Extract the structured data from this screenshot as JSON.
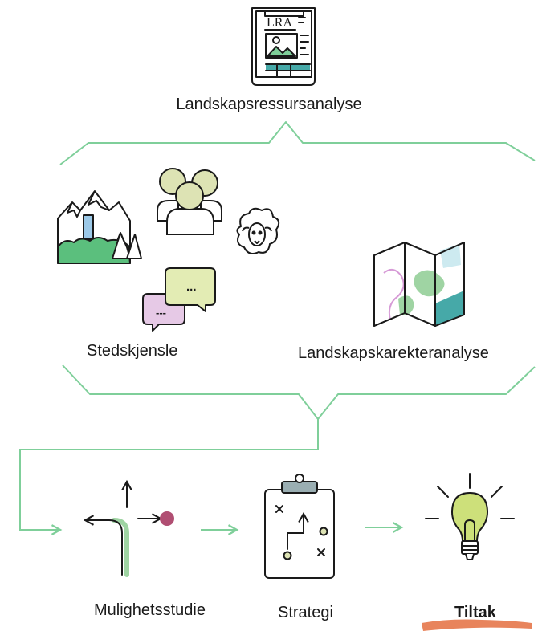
{
  "report_badge": "LRA",
  "labels": {
    "top": "Landskapsressursanalyse",
    "stedskjensle": "Stedskjensle",
    "karakter": "Landskapskarekteranalyse",
    "mulighet": "Mulighetsstudie",
    "strategi": "Strategi",
    "tiltak": "Tiltak"
  },
  "speech_bubble_text": {
    "front": "...",
    "back": "---"
  },
  "colors": {
    "line": "#7fcf9a",
    "arrow": "#7fcf9a",
    "forest": "#5bbf7d",
    "map_green": "#9fd4a3",
    "map_teal": "#46a9a8",
    "map_light": "#cdeaf0",
    "route": "#d69ad6",
    "bubble_green": "#e3ecb4",
    "bubble_purple": "#e6c9e6",
    "faces": "#dde3b4",
    "clipboard": "#9aaeb2",
    "bulb": "#cde07a",
    "target_dot": "#b04e72",
    "underline": "#e8845c"
  },
  "icons": [
    "report-icon",
    "mountains-icon",
    "people-group-icon",
    "sheep-icon",
    "speech-bubbles-icon",
    "map-icon",
    "crossroads-icon",
    "strategy-clipboard-icon",
    "lightbulb-icon"
  ]
}
